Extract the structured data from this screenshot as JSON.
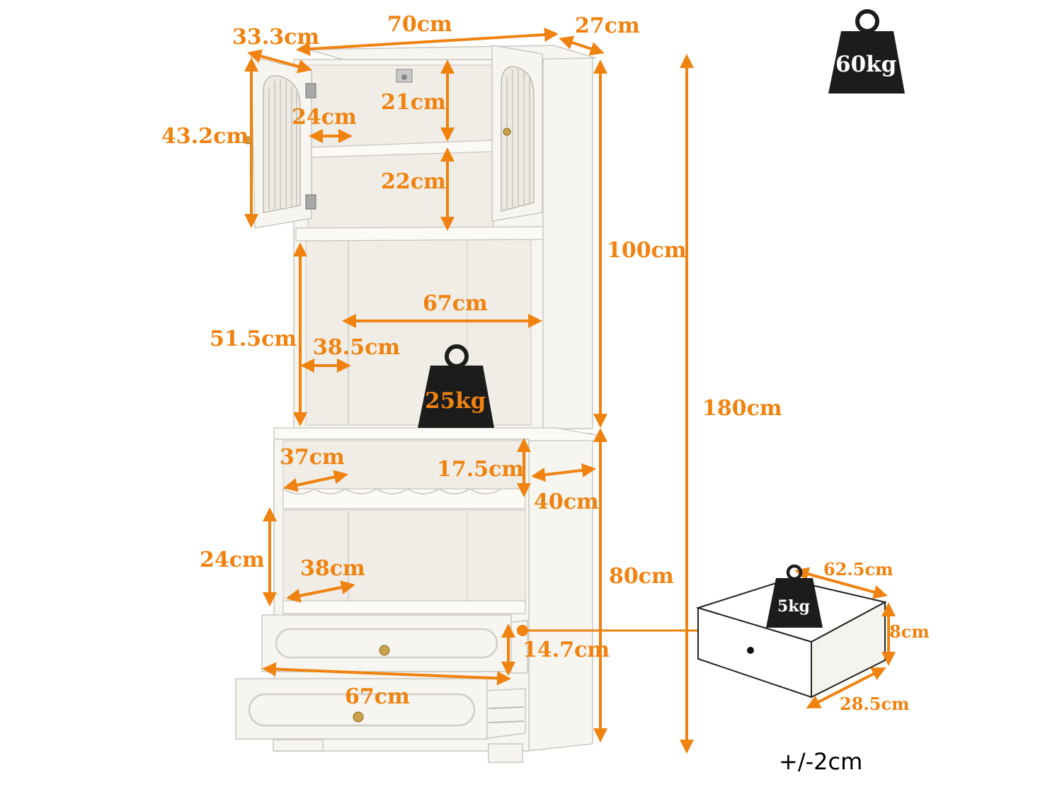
{
  "dimensions": {
    "top_width": "70cm",
    "door_width": "33.3cm",
    "depth_top": "27cm",
    "door_height": "43.2cm",
    "upper_shelf_height": "21cm",
    "upper_depth": "24cm",
    "lower_upper_shelf_height": "22cm",
    "hutch_height": "100cm",
    "total_height": "180cm",
    "open_shelf_width": "67cm",
    "open_shelf_height": "51.5cm",
    "open_shelf_depth": "38.5cm",
    "wine_rack_depth": "37cm",
    "wine_rack_height": "17.5cm",
    "base_depth": "40cm",
    "lower_shelf_height": "24cm",
    "lower_shelf_depth": "38cm",
    "base_height": "80cm",
    "drawer_front_height": "14.7cm",
    "drawer_width": "67cm",
    "drawer_inner_width": "62.5cm",
    "drawer_inner_height": "8cm",
    "drawer_inner_depth": "28.5cm"
  },
  "weights": {
    "total": "60kg",
    "shelf": "25kg",
    "drawer": "5kg"
  },
  "colors": {
    "accent": "#f0820f",
    "weight_fill": "#1c1c1c",
    "cabinet": "#f6f5f0"
  },
  "icons": {
    "weight": "weight-icon",
    "knob": "knob-icon"
  },
  "tolerance": "+/-2cm"
}
